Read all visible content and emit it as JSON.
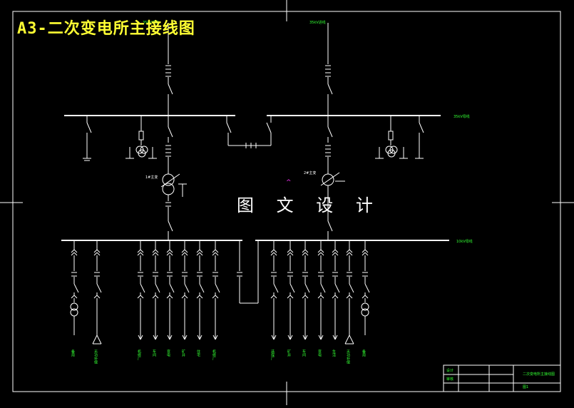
{
  "title": "A3-二次变电所主接线图",
  "watermark": "图 文 设 计",
  "labels": {
    "incoming_left": "35kV进线",
    "incoming_right": "35kV进线",
    "bus_35kv": "35kV母线",
    "bus_10kv": "10kV母线",
    "transformer_1": "1#主变",
    "transformer_2": "2#主变"
  },
  "feeders": {
    "f1": "备用",
    "f2": "无功补偿",
    "f3": "机修厂",
    "f4": "车间",
    "f5": "变电",
    "f6": "矿井",
    "f7": "住宅",
    "f8": "机修厂",
    "f9": "选煤厂",
    "f10": "矿井",
    "f11": "车间",
    "f12": "变电",
    "f13": "生活",
    "f14": "无功补偿",
    "f15": "备用"
  },
  "title_block": {
    "design_label": "设计",
    "check_label": "审核",
    "drawing_name": "二次变电所主接线图",
    "scale": "图1"
  },
  "colors": {
    "background": "#000000",
    "lines": "#ffffff",
    "title": "#ffff33",
    "labels": "#33ff33",
    "marker": "#ff33ff"
  }
}
